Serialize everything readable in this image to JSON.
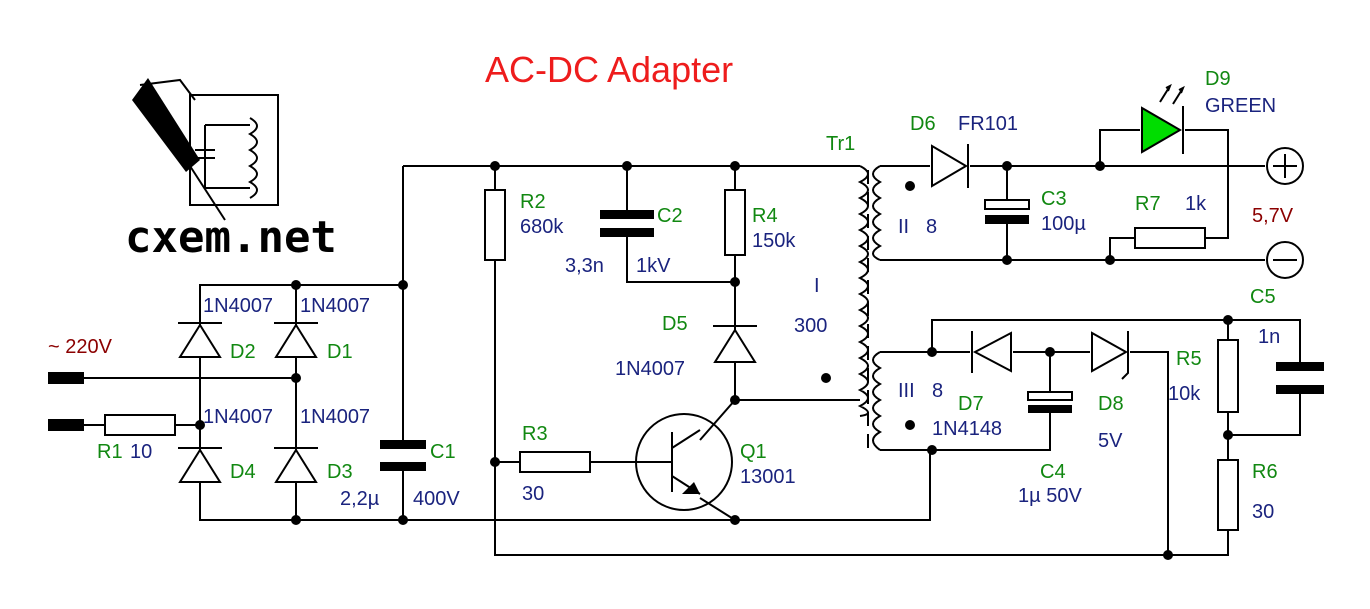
{
  "title": "AC-DC Adapter",
  "logo_text": "cxem.net",
  "input_voltage": "~ 220V",
  "output_voltage": "5,7V",
  "components": {
    "R1": {
      "ref": "R1",
      "value": "10"
    },
    "R2": {
      "ref": "R2",
      "value": "680k"
    },
    "R3": {
      "ref": "R3",
      "value": "30"
    },
    "R4": {
      "ref": "R4",
      "value": "150k"
    },
    "R5": {
      "ref": "R5",
      "value": "10k"
    },
    "R6": {
      "ref": "R6",
      "value": "30"
    },
    "R7": {
      "ref": "R7",
      "value": "1k"
    },
    "C1": {
      "ref": "C1",
      "value": "2,2µ",
      "voltage": "400V"
    },
    "C2": {
      "ref": "C2",
      "value": "3,3n",
      "voltage": "1kV"
    },
    "C3": {
      "ref": "C3",
      "value": "100µ"
    },
    "C4": {
      "ref": "C4",
      "value": "1µ 50V"
    },
    "C5": {
      "ref": "C5",
      "value": "1n"
    },
    "D1": {
      "ref": "D1",
      "value": "1N4007"
    },
    "D2": {
      "ref": "D2",
      "value": "1N4007"
    },
    "D3": {
      "ref": "D3",
      "value": "1N4007"
    },
    "D4": {
      "ref": "D4",
      "value": "1N4007"
    },
    "D5": {
      "ref": "D5",
      "value": "1N4007"
    },
    "D6": {
      "ref": "D6",
      "value": "FR101"
    },
    "D7": {
      "ref": "D7",
      "value": "1N4148"
    },
    "D8": {
      "ref": "D8",
      "value": "5V"
    },
    "D9": {
      "ref": "D9",
      "value": "GREEN"
    },
    "Q1": {
      "ref": "Q1",
      "value": "13001"
    },
    "Tr1": {
      "ref": "Tr1",
      "winding_I": "I",
      "turns_I": "300",
      "winding_II": "II",
      "turns_II": "8",
      "winding_III": "III",
      "turns_III": "8"
    }
  },
  "colors": {
    "title": "#ee1c1c",
    "reference": "#118811",
    "value": "#1a237e",
    "voltage_label": "#8b0000",
    "led": "#00dd00"
  }
}
